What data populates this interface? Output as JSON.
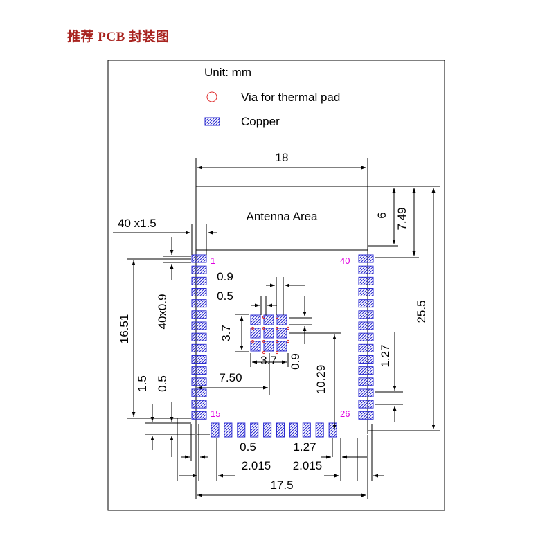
{
  "title": "推荐 PCB 封装图",
  "legend": {
    "unit": "Unit: mm",
    "via_label": "Via for thermal pad",
    "copper_label": "Copper"
  },
  "antenna_label": "Antenna Area",
  "pin_labels": {
    "p1": "1",
    "p15": "15",
    "p26": "26",
    "p40": "40"
  },
  "dims": {
    "width_18": "18",
    "ant_6": "6",
    "ant_749": "7.49",
    "total_255": "25.5",
    "pad_size": "40 x1.5",
    "pitch_40x09": "40x0.9",
    "span_1651": "16.51",
    "pad_15": "1.5",
    "gap_05_left": "0.5",
    "ep_09_top": "0.9",
    "ep_05_top": "0.5",
    "ep_37_v": "3.7",
    "ep_37_h": "3.7",
    "ep_09_v": "0.9",
    "ep_750": "7.50",
    "ep_1029": "10.29",
    "pitch_127_right": "1.27",
    "bot_05": "0.5",
    "bot_127": "1.27",
    "bot_2015_l": "2.015",
    "bot_2015_r": "2.015",
    "bot_175": "17.5"
  },
  "colors": {
    "copper": "#2a2ad0",
    "via": "#e03030",
    "pin_label": "#e000e0",
    "title": "#a8231f"
  }
}
